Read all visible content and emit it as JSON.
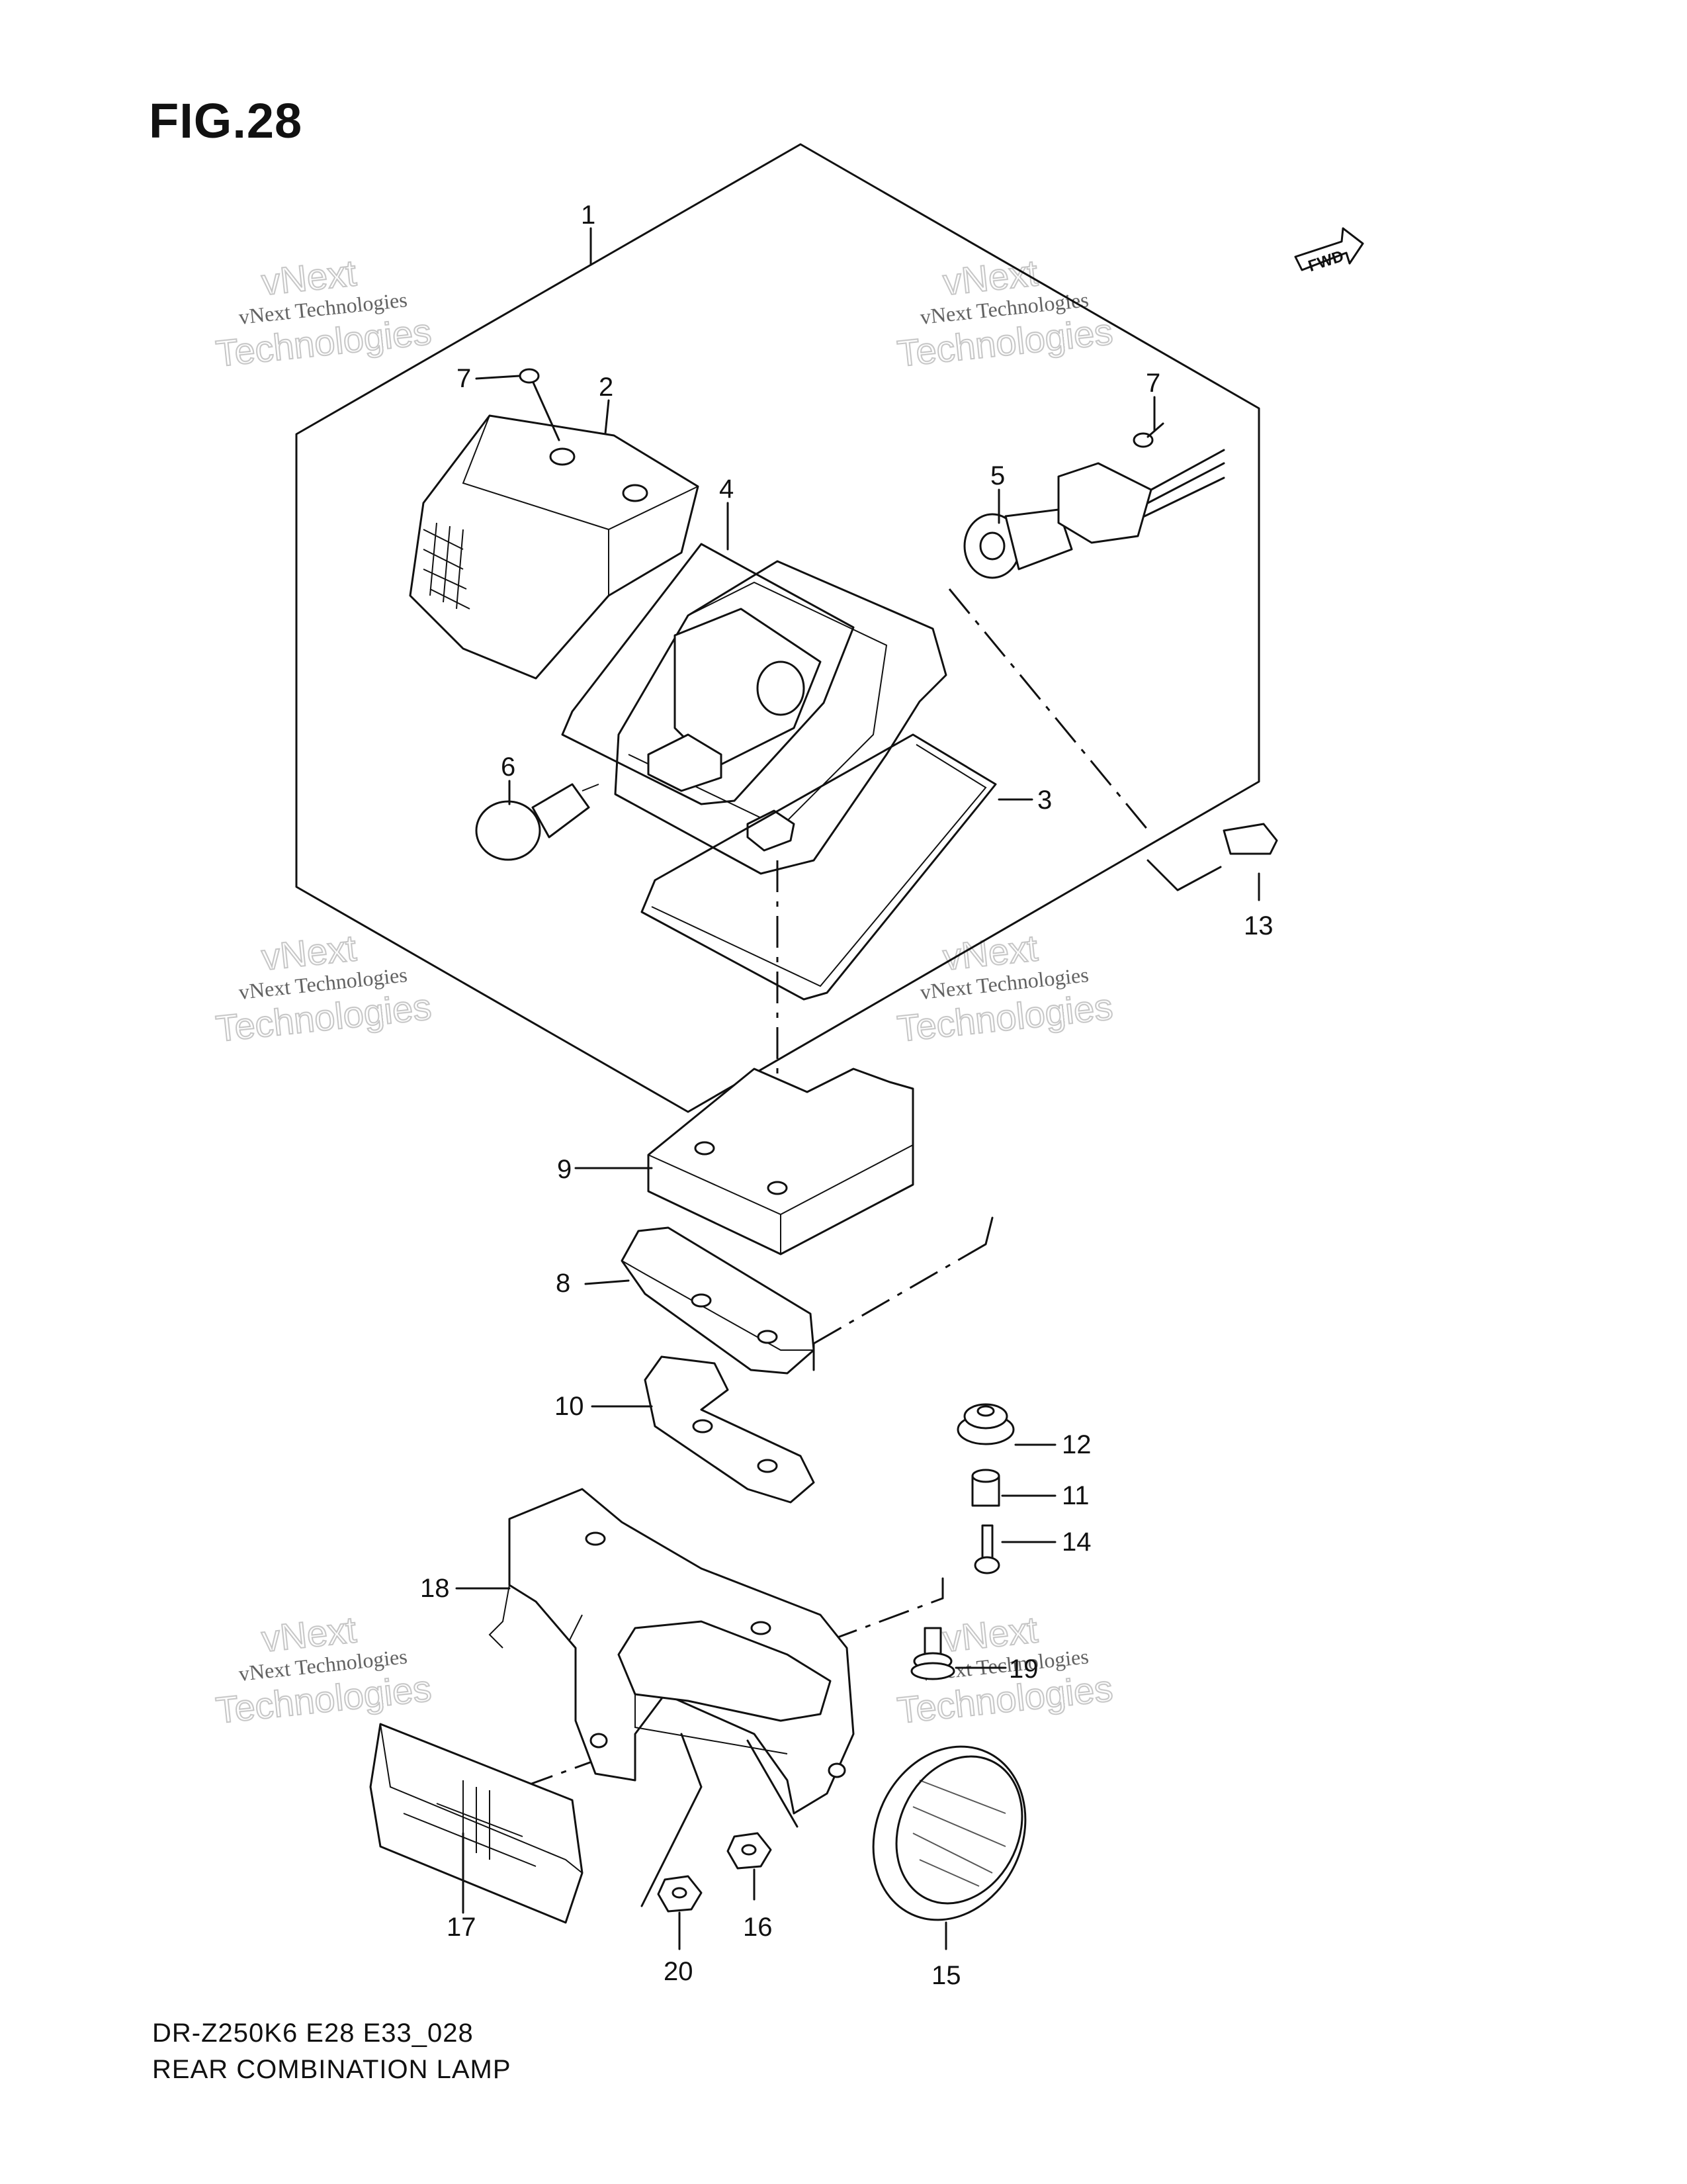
{
  "figure_title": "FIG.28",
  "fwd_label": "FWD",
  "callouts": [
    {
      "id": "c1",
      "text": "1"
    },
    {
      "id": "c2",
      "text": "2"
    },
    {
      "id": "c3",
      "text": "3"
    },
    {
      "id": "c4",
      "text": "4"
    },
    {
      "id": "c5",
      "text": "5"
    },
    {
      "id": "c6",
      "text": "6"
    },
    {
      "id": "c7a",
      "text": "7"
    },
    {
      "id": "c7b",
      "text": "7"
    },
    {
      "id": "c8",
      "text": "8"
    },
    {
      "id": "c9",
      "text": "9"
    },
    {
      "id": "c10",
      "text": "10"
    },
    {
      "id": "c11",
      "text": "11"
    },
    {
      "id": "c12",
      "text": "12"
    },
    {
      "id": "c13",
      "text": "13"
    },
    {
      "id": "c14",
      "text": "14"
    },
    {
      "id": "c15",
      "text": "15"
    },
    {
      "id": "c16",
      "text": "16"
    },
    {
      "id": "c17",
      "text": "17"
    },
    {
      "id": "c18",
      "text": "18"
    },
    {
      "id": "c19",
      "text": "19"
    },
    {
      "id": "c20",
      "text": "20"
    }
  ],
  "watermark": {
    "line1": "vNext Technologies",
    "line2": "Technologies",
    "line3": "vNext"
  },
  "footer": {
    "model_code": "DR-Z250K6 E28 E33_028",
    "section_name": "REAR COMBINATION LAMP"
  }
}
